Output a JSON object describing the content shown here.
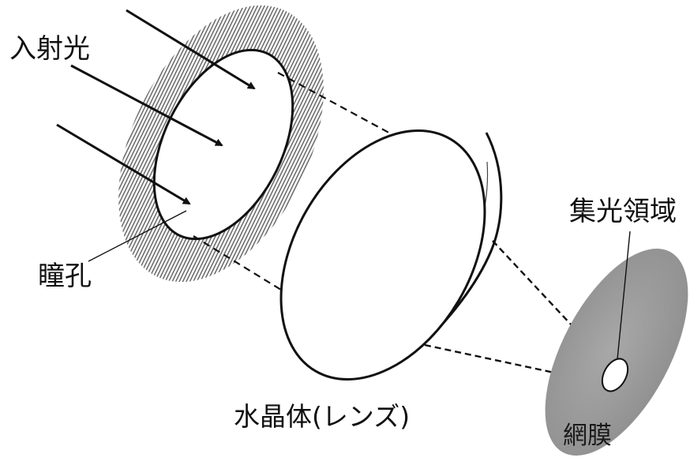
{
  "labels": {
    "incident_light": "入射光",
    "pupil": "瞳孔",
    "lens": "水晶体(レンズ)",
    "focus_region": "集光領域",
    "retina": "網膜"
  },
  "colors": {
    "line": "#111111",
    "hatch": "#5a5a5a",
    "retina_fill": "#9e9e9e",
    "background": "#ffffff"
  }
}
